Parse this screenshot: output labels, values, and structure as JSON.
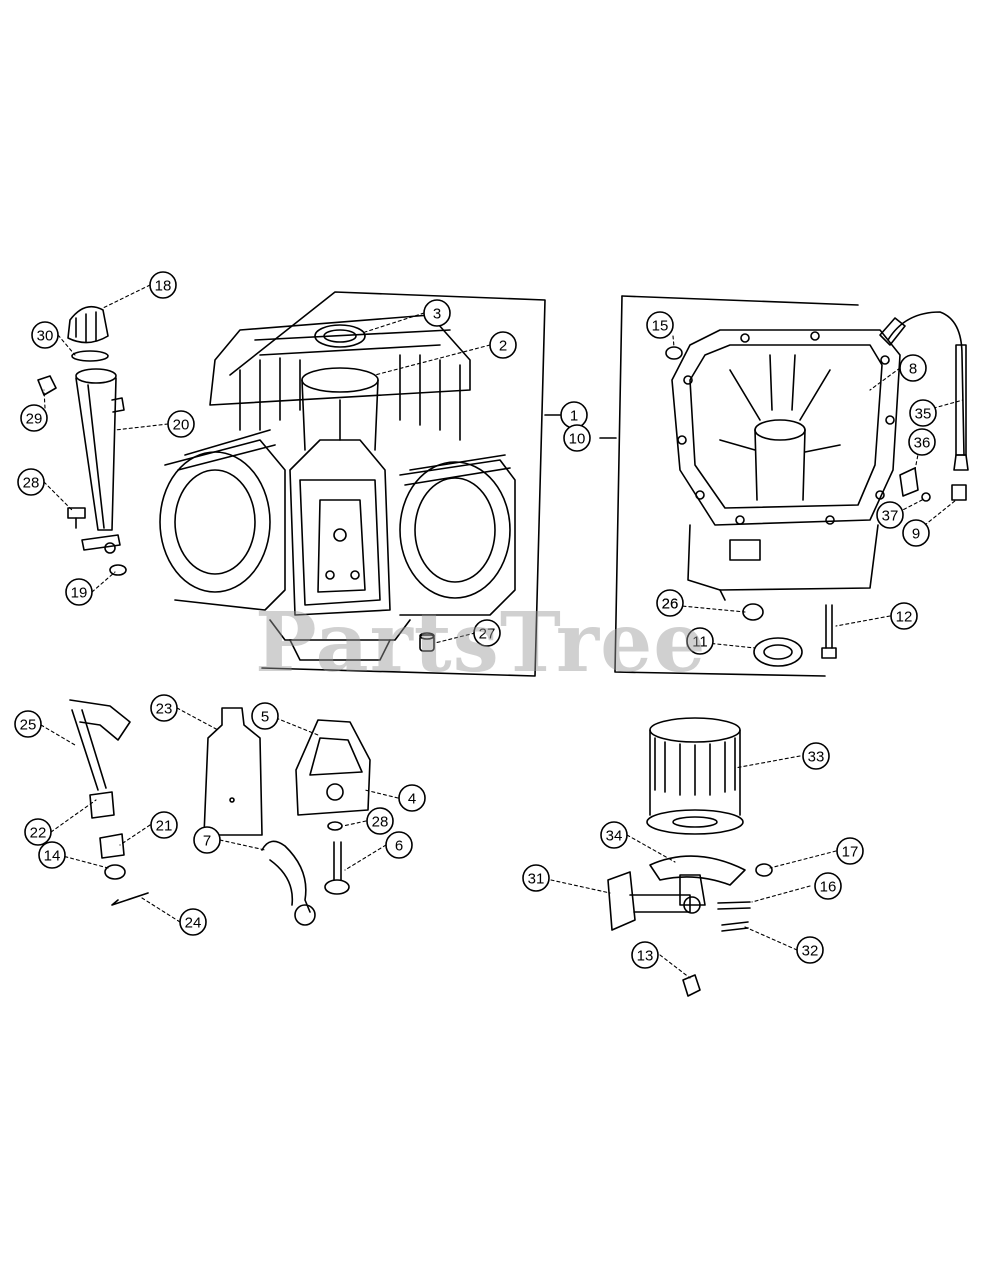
{
  "watermark": "PartsTree",
  "callouts": [
    "1",
    "2",
    "3",
    "4",
    "5",
    "6",
    "7",
    "8",
    "9",
    "10",
    "11",
    "12",
    "13",
    "14",
    "15",
    "16",
    "17",
    "18",
    "19",
    "20",
    "21",
    "22",
    "23",
    "24",
    "25",
    "26",
    "26",
    "27",
    "28",
    "28",
    "29",
    "30",
    "31",
    "32",
    "33",
    "34",
    "35",
    "36",
    "37"
  ]
}
